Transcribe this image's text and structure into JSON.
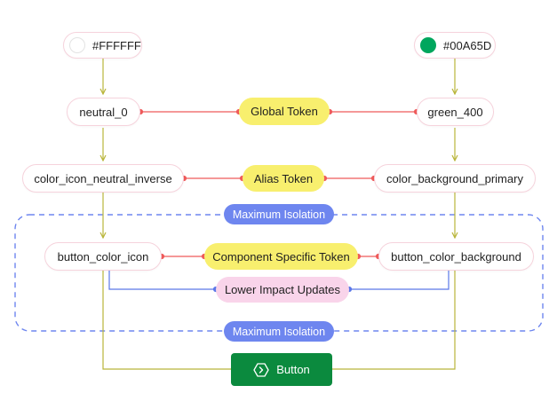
{
  "colors": {
    "white_swatch": "#FFFFFF",
    "green_swatch": "#00A65D",
    "arrow_olive": "#b9b53a",
    "connector_red": "#ef5a5a",
    "connector_blue": "#5b78e8",
    "isolation_dash": "#6e86ef",
    "button_green": "#0b8a3e"
  },
  "nodes": {
    "hex_white": "#FFFFFF",
    "hex_green": "#00A65D",
    "neutral_0": "neutral_0",
    "green_400": "green_400",
    "color_icon_neutral_inverse": "color_icon_neutral_inverse",
    "color_background_primary": "color_background_primary",
    "button_color_icon": "button_color_icon",
    "button_color_background": "button_color_background"
  },
  "labels": {
    "global_token": "Global Token",
    "alias_token": "Alias Token",
    "component_specific_token": "Component Specific Token",
    "lower_impact_updates": "Lower Impact Updates",
    "maximum_isolation_top": "Maximum Isolation",
    "maximum_isolation_bottom": "Maximum Isolation"
  },
  "button": {
    "label": "Button",
    "icon": "hexagon-chevron-icon"
  }
}
